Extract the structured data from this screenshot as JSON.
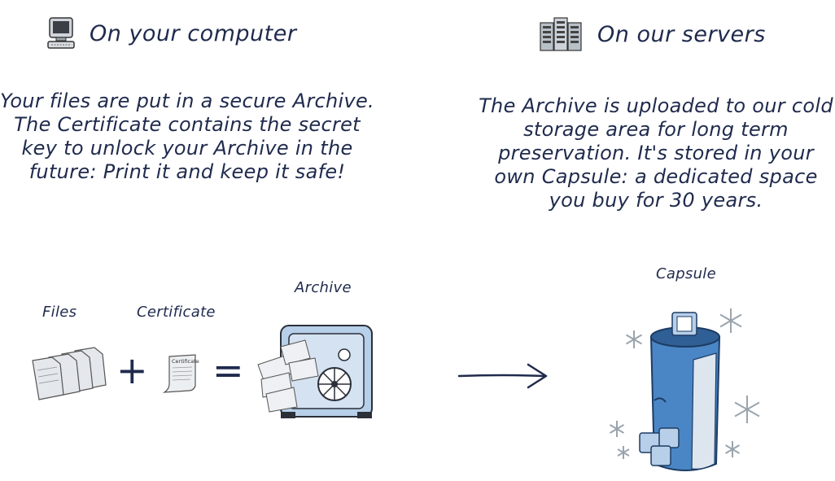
{
  "left": {
    "heading": "On your computer",
    "icon": "computer-icon",
    "paragraph": "Your files are put in a secure Archive. The Certificate contains the secret key to unlock your Archive in the future: Print it and keep it safe!"
  },
  "right": {
    "heading": "On our servers",
    "icon": "server-rack-icon",
    "paragraph": "The Archive is uploaded to our cold storage area for long term preservation. It's stored in your own Capsule: a dedicated space you buy for 30 years."
  },
  "diagram": {
    "files_label": "Files",
    "certificate_label": "Certificate",
    "certificate_doc_text": "Certificate",
    "archive_label": "Archive",
    "capsule_label": "Capsule",
    "plus_symbol": "+",
    "equals_symbol": "=",
    "icons": [
      "documents-stack-icon",
      "certificate-icon",
      "safe-icon",
      "arrow-right-icon",
      "capsule-icon",
      "snowflake-icon"
    ]
  },
  "colors": {
    "ink": "#1f2a4d",
    "capsule_blue": "#4a86c5",
    "ice": "#dde6ef"
  }
}
